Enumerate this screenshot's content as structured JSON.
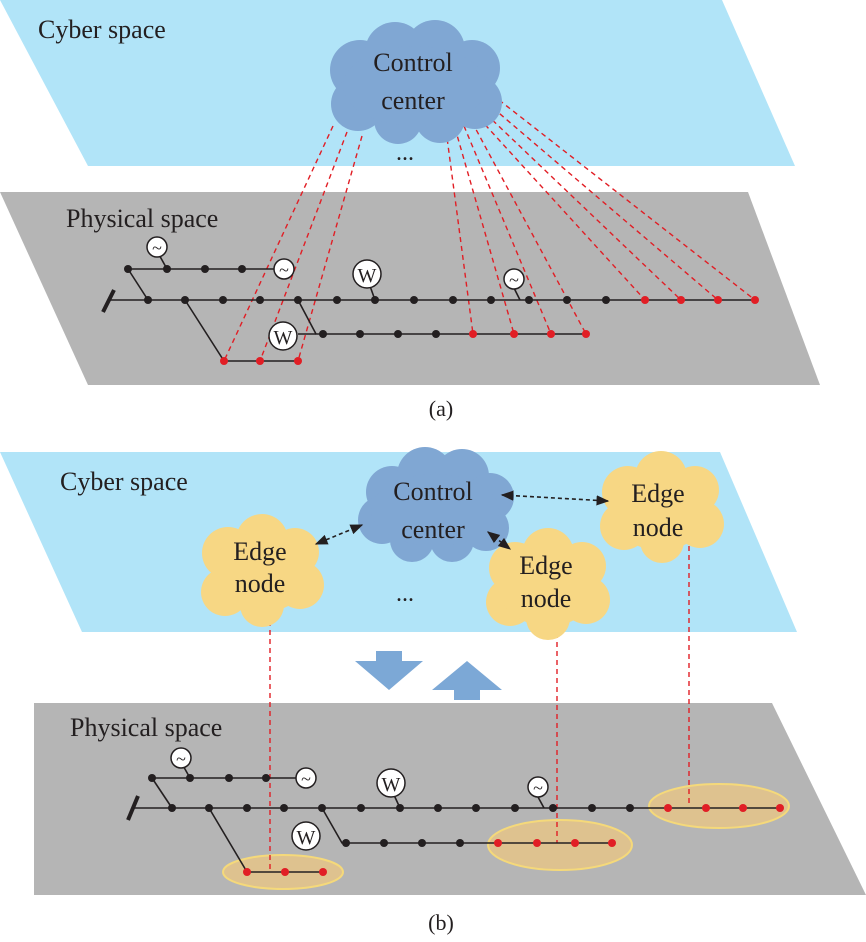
{
  "panel_a": {
    "cyber_label": "Cyber space",
    "physical_label": "Physical space",
    "control_center": [
      "Control",
      "center"
    ],
    "ellipsis": "...",
    "caption": "(a)"
  },
  "panel_b": {
    "cyber_label": "Cyber space",
    "physical_label": "Physical space",
    "control_center": [
      "Control",
      "center"
    ],
    "edge_node": [
      "Edge",
      "node"
    ],
    "ellipsis": "...",
    "caption": "(b)"
  },
  "symbols": {
    "wind": "W",
    "generator": "~"
  },
  "colors": {
    "cyber_plane": "#b1e4f8",
    "physical_plane": "#b5b5b5",
    "cloud_blue": "#80a7d3",
    "edge_cloud": "#f7d784",
    "cluster_fill": "#e5c488",
    "link_red": "#e11e25",
    "node_red": "#e11e25",
    "node_black": "#231f20",
    "arrow_blue": "#7ca8d6"
  },
  "icons": [
    "generator-icon",
    "wind-turbine-icon",
    "exchange-arrows-icon"
  ]
}
